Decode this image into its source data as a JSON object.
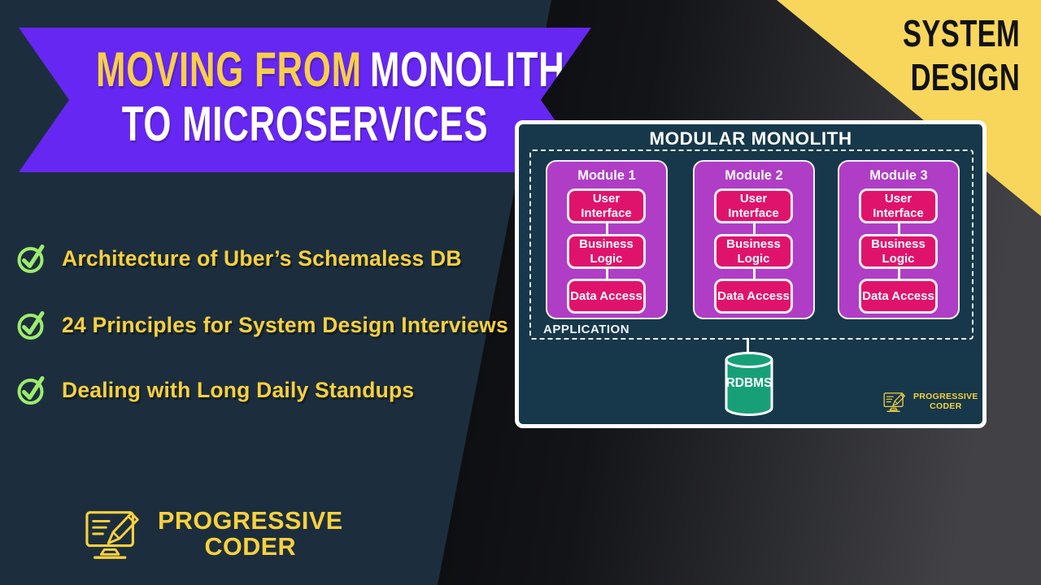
{
  "banner": {
    "highlight": "MOVING FROM",
    "rest": "MONOLITH",
    "line2": "TO MICROSERVICES"
  },
  "corner_tag": {
    "line1": "SYSTEM",
    "line2": "DESIGN"
  },
  "checklist": {
    "items": [
      {
        "label": "Architecture of Uber’s Schemaless DB"
      },
      {
        "label": "24 Principles for System Design Interviews"
      },
      {
        "label": "Dealing with Long Daily Standups"
      }
    ]
  },
  "diagram": {
    "title": "MODULAR MONOLITH",
    "application_label": "APPLICATION",
    "modules": [
      {
        "name": "Module 1",
        "layers": [
          "User Interface",
          "Business Logic",
          "Data Access"
        ]
      },
      {
        "name": "Module 2",
        "layers": [
          "User Interface",
          "Business Logic",
          "Data Access"
        ]
      },
      {
        "name": "Module 3",
        "layers": [
          "User Interface",
          "Business Logic",
          "Data Access"
        ]
      }
    ],
    "database_label": "RDBMS",
    "watermark": {
      "line1": "PROGRESSIVE",
      "line2": "CODER"
    }
  },
  "brand": {
    "line1": "PROGRESSIVE",
    "line2": "CODER"
  },
  "colors": {
    "background_teal": "#1C2E3D",
    "panel_teal": "#16384A",
    "banner_purple": "#6627F2",
    "module_purple": "#AF3DC5",
    "layer_pink": "#E0136C",
    "database_green": "#17A078",
    "accent_yellow": "#F8D03E",
    "corner_yellow": "#F7D65B",
    "check_green": "#9DEB6E"
  }
}
